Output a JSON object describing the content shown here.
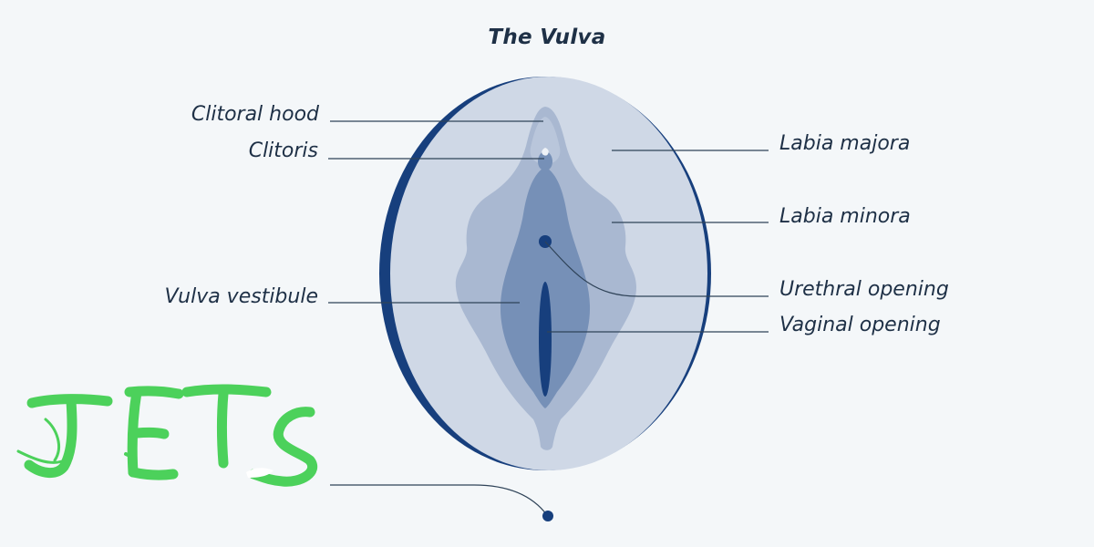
{
  "diagram": {
    "title": "The Vulva",
    "labels": {
      "clitoral_hood": "Clitoral hood",
      "clitoris": "Clitoris",
      "vulva_vestibule": "Vulva vestibule",
      "labia_majora": "Labia majora",
      "labia_minora": "Labia minora",
      "urethral_opening": "Urethral opening",
      "vaginal_opening": "Vaginal opening"
    },
    "overlay_text": "JETS"
  },
  "colors": {
    "background": "#f4f7f9",
    "outer_shape": "#cfd8e6",
    "outer_rim": "#173f7d",
    "inner_layer": "#a9b8d1",
    "vestibule": "#7690b7",
    "opening": "#173f7d",
    "text": "#1e3046",
    "leader_line": "#2f4358",
    "overlay_green": "#4cd15b"
  }
}
